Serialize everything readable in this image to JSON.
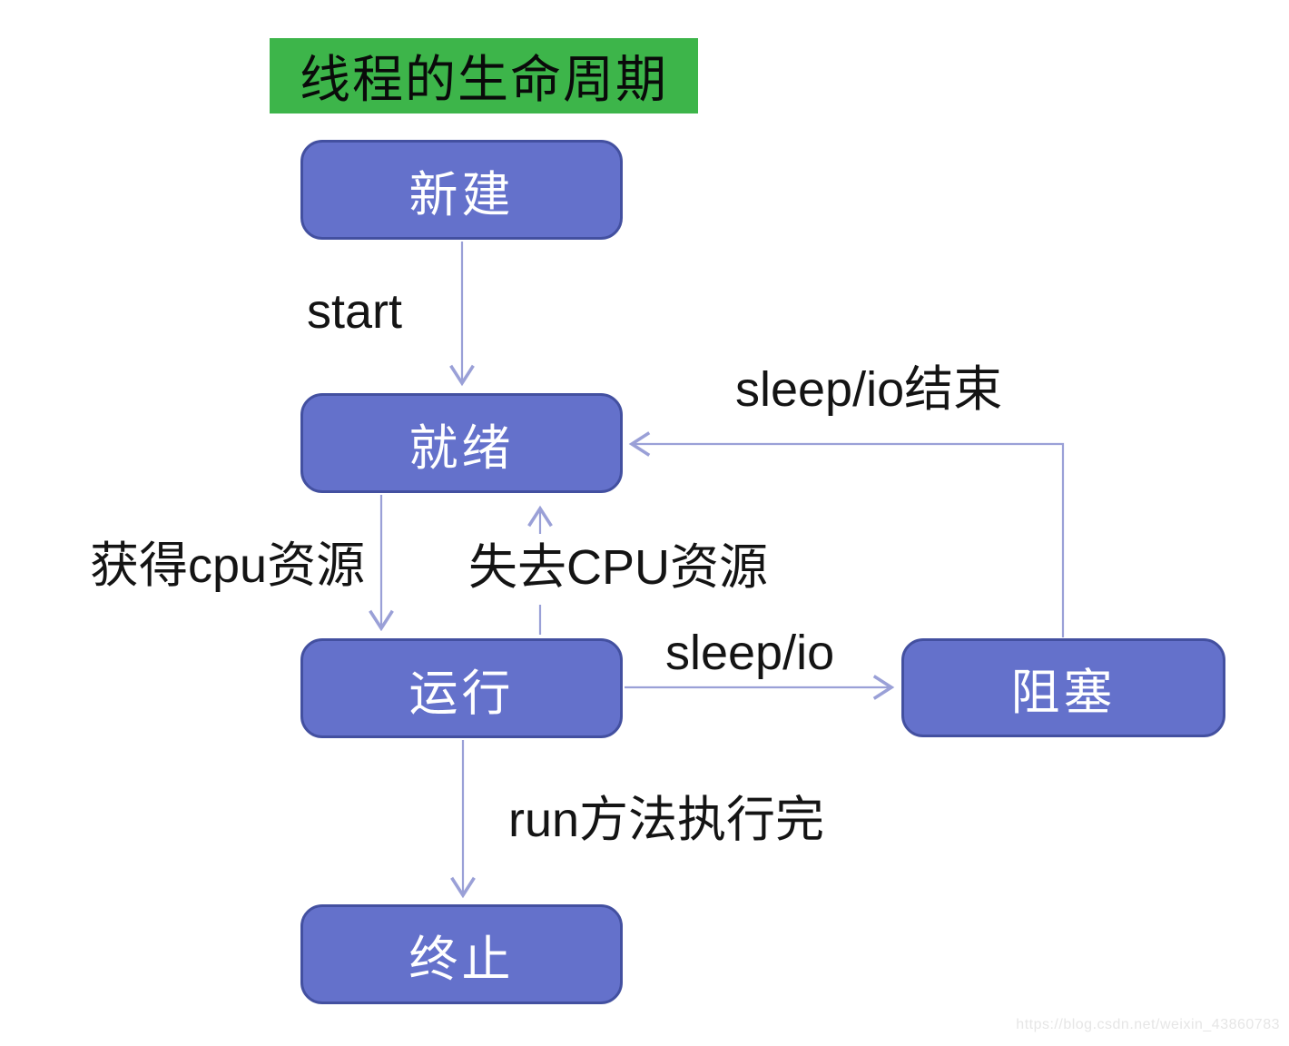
{
  "title": "线程的生命周期",
  "states": {
    "new": "新建",
    "ready": "就绪",
    "running": "运行",
    "blocked": "阻塞",
    "terminated": "终止"
  },
  "transitions": {
    "start": "start",
    "sleep_io_end": "sleep/io结束",
    "acquire_cpu": "获得cpu资源",
    "lose_cpu": "失去CPU资源",
    "sleep_io": "sleep/io",
    "run_complete": "run方法执行完"
  },
  "watermark": "https://blog.csdn.net/weixin_43860783",
  "colors": {
    "title_bg": "#3db54a",
    "state_fill": "#6471cb",
    "state_border": "#4350a0",
    "arrow": "#9aa0d7",
    "label_text": "#141414",
    "watermark_text": "#e6e6e6"
  }
}
